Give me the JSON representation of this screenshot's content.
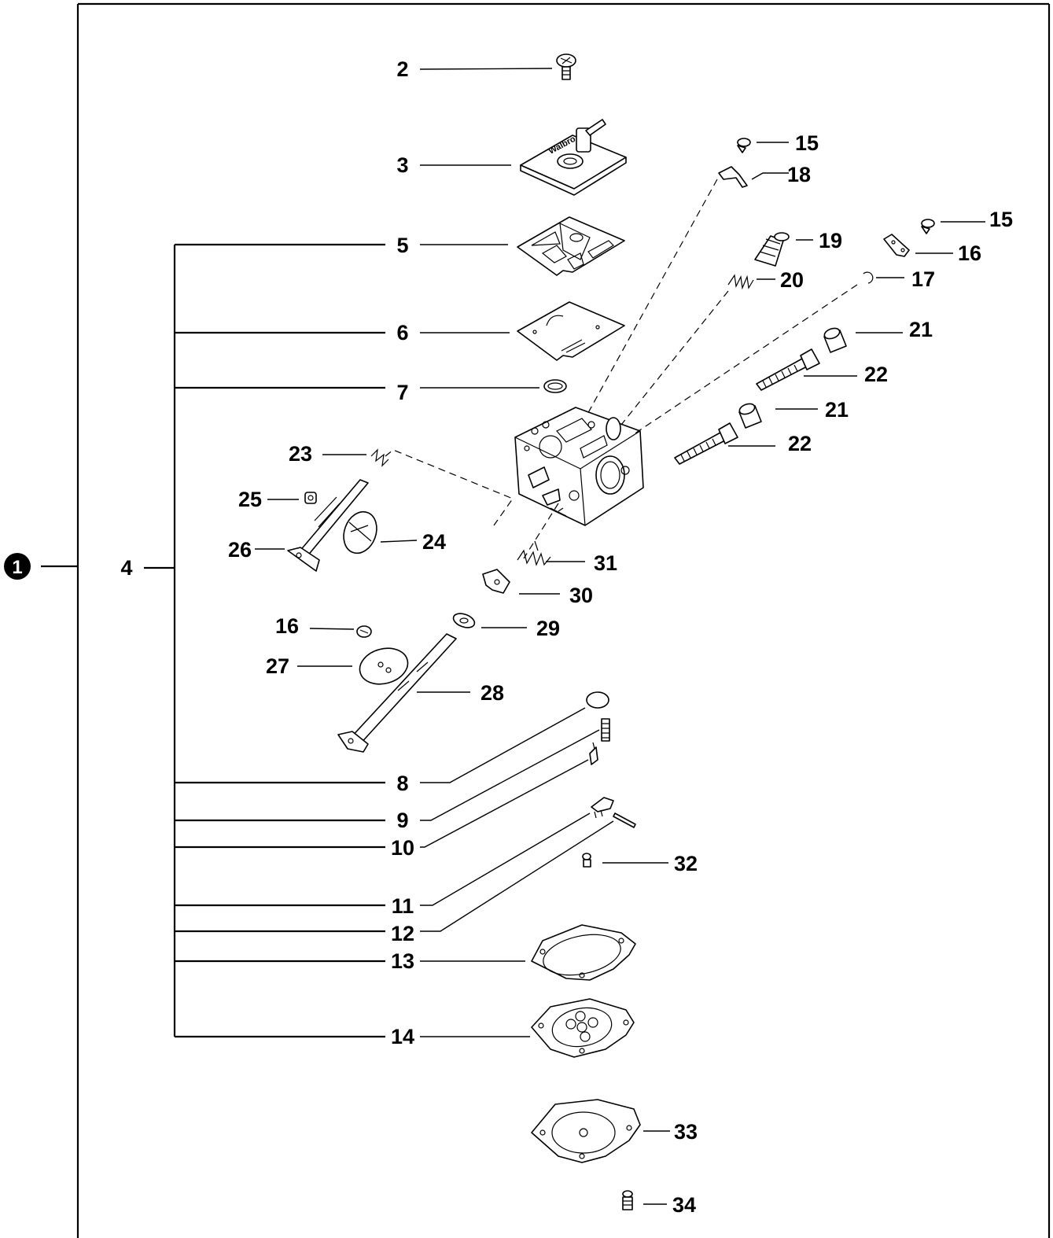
{
  "main_callout": "1",
  "group_label": "4",
  "labels": {
    "p2": "2",
    "p3": "3",
    "p5": "5",
    "p6": "6",
    "p7": "7",
    "p8": "8",
    "p9": "9",
    "p10": "10",
    "p11": "11",
    "p12": "12",
    "p13": "13",
    "p14": "14",
    "p15a": "15",
    "p15b": "15",
    "p16a": "16",
    "p16b": "16",
    "p17": "17",
    "p18": "18",
    "p19": "19",
    "p20": "20",
    "p21a": "21",
    "p21b": "21",
    "p22a": "22",
    "p22b": "22",
    "p23": "23",
    "p24": "24",
    "p25": "25",
    "p26": "26",
    "p27": "27",
    "p28": "28",
    "p29": "29",
    "p30": "30",
    "p31": "31",
    "p32": "32",
    "p33": "33",
    "p34": "34"
  },
  "cover_brand_text": "Walbro"
}
